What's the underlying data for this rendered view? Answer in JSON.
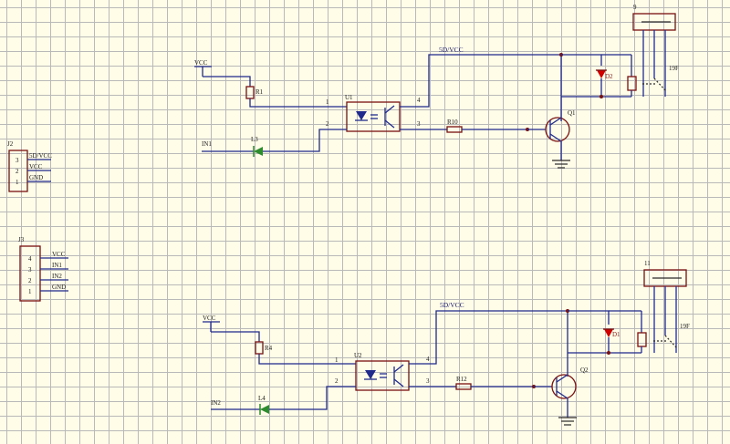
{
  "labels": {
    "vcc": "VCC",
    "net_5v": "5D/VCC",
    "r1": "R1",
    "r10": "R10",
    "r4": "R4",
    "r12": "R12",
    "u1": "U1",
    "u2": "U2",
    "q1": "Q1",
    "q2": "Q2",
    "d2": "D2",
    "d1": "D1",
    "l3": "L3",
    "l4": "L4",
    "in1": "IN1",
    "in2": "IN2",
    "relay_top": "9",
    "relay_bottom": "11",
    "relay_tag": "19F",
    "pin1": "1",
    "pin2": "2",
    "pin3": "3",
    "pin4": "4",
    "j2": "J2",
    "j3": "J3"
  },
  "j2_pins": [
    {
      "num": "3",
      "net": "5D/VCC"
    },
    {
      "num": "2",
      "net": "VCC"
    },
    {
      "num": "1",
      "net": "GND"
    }
  ],
  "j3_pins": [
    {
      "num": "4",
      "net": "VCC"
    },
    {
      "num": "3",
      "net": "IN1"
    },
    {
      "num": "2",
      "net": "IN2"
    },
    {
      "num": "1",
      "net": "GND"
    }
  ],
  "colors": {
    "background": "#fffde8",
    "grid": "#b9b9b9",
    "wire": "#1f2a8c",
    "component": "#7a1010",
    "diode": "#d00000",
    "led": "#2e8b2e"
  }
}
